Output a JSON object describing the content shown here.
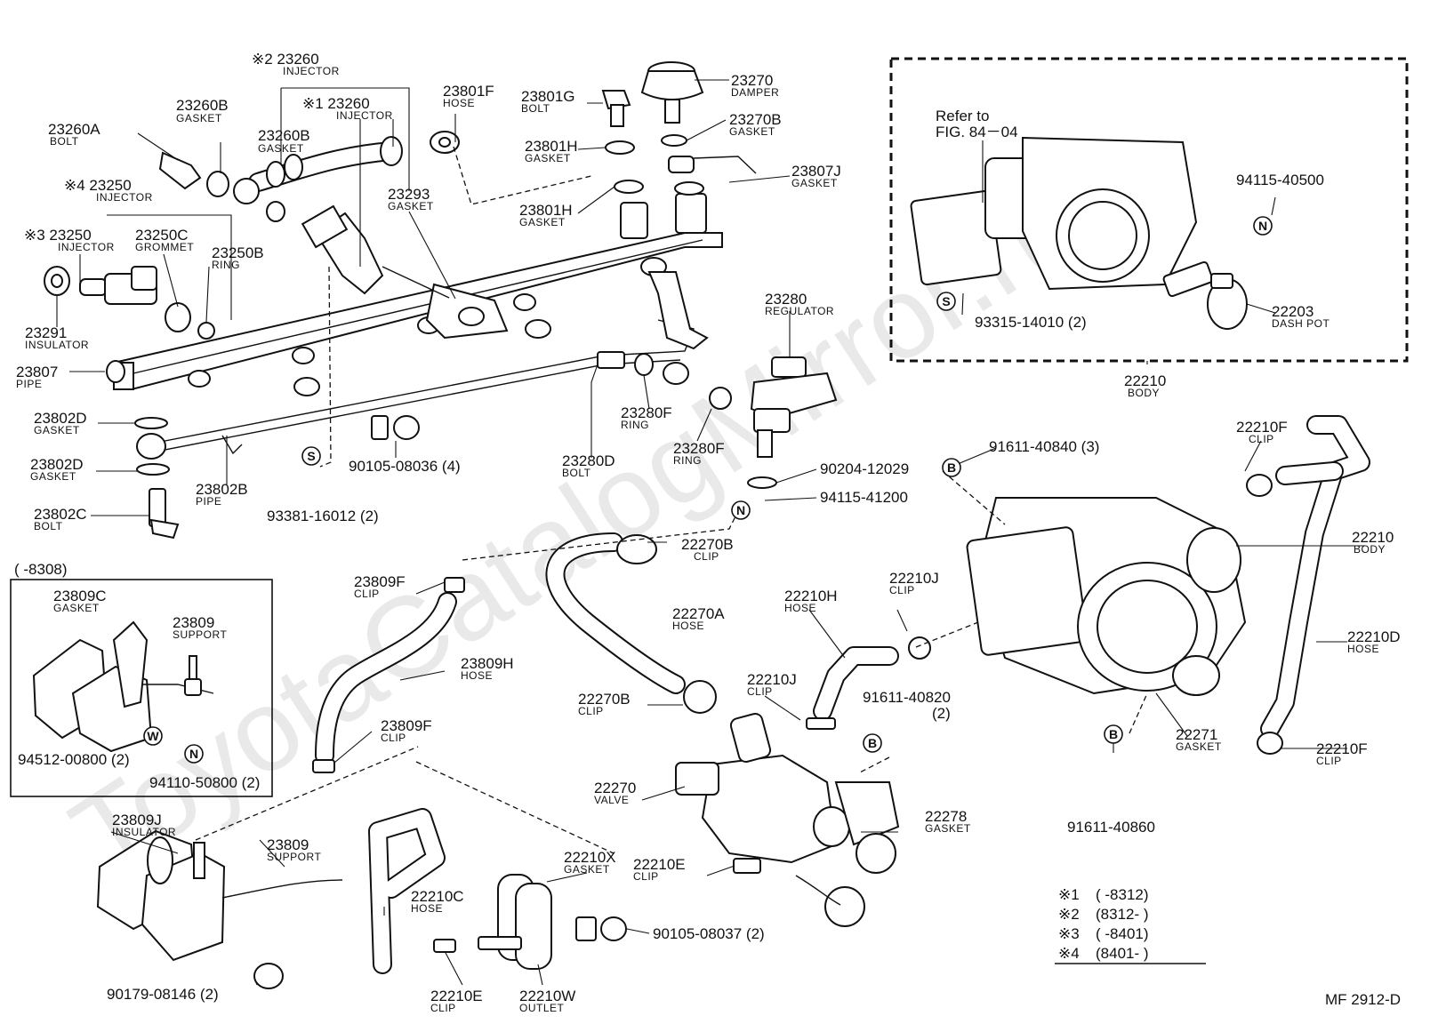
{
  "watermark": "ToyotaCatalogMirror.ru",
  "figure_code": "MF  2912-D",
  "callouts": [
    {
      "code": "※2 23260",
      "name": "INJECTOR"
    },
    {
      "code": "※1 23260",
      "name": "INJECTOR"
    },
    {
      "code": "23260B",
      "name": "GASKET"
    },
    {
      "code": "23260B",
      "name": "GASKET"
    },
    {
      "code": "23260A",
      "name": "BOLT"
    },
    {
      "code": "※4 23250",
      "name": "INJECTOR"
    },
    {
      "code": "※3 23250",
      "name": "INJECTOR"
    },
    {
      "code": "23250C",
      "name": "GROMMET"
    },
    {
      "code": "23250B",
      "name": "RING"
    },
    {
      "code": "23291",
      "name": "INSULATOR"
    },
    {
      "code": "23807",
      "name": "PIPE"
    },
    {
      "code": "23801F",
      "name": "HOSE"
    },
    {
      "code": "23293",
      "name": "GASKET"
    },
    {
      "code": "23801G",
      "name": "BOLT"
    },
    {
      "code": "23801H",
      "name": "GASKET"
    },
    {
      "code": "23801H",
      "name": "GASKET"
    },
    {
      "code": "23270",
      "name": "DAMPER"
    },
    {
      "code": "23270B",
      "name": "GASKET"
    },
    {
      "code": "23807J",
      "name": "GASKET"
    },
    {
      "code": "23280",
      "name": "REGULATOR"
    },
    {
      "code": "23802D",
      "name": "GASKET"
    },
    {
      "code": "23802D",
      "name": "GASKET"
    },
    {
      "code": "23802B",
      "name": "PIPE"
    },
    {
      "code": "23802C",
      "name": "BOLT"
    },
    {
      "code": "90105-08036 (4)",
      "name": ""
    },
    {
      "code": "93381-16012 (2)",
      "name": ""
    },
    {
      "code": "23280D",
      "name": "BOLT"
    },
    {
      "code": "23280F",
      "name": "RING"
    },
    {
      "code": "23280F",
      "name": "RING"
    },
    {
      "code": "90204-12029",
      "name": ""
    },
    {
      "code": "94115-41200",
      "name": ""
    },
    {
      "code": "Refer to",
      "name": ""
    },
    {
      "code": "FIG. 84－04",
      "name": ""
    },
    {
      "code": "94115-40500",
      "name": ""
    },
    {
      "code": "22203",
      "name": "DASH POT"
    },
    {
      "code": "93315-14010 (2)",
      "name": ""
    },
    {
      "code": "22210",
      "name": "BODY"
    },
    {
      "code": "22210F",
      "name": "CLIP"
    },
    {
      "code": "91611-40840 (3)",
      "name": ""
    },
    {
      "code": "22210",
      "name": "BODY"
    },
    {
      "code": "22270B",
      "name": "CLIP"
    },
    {
      "code": "23809F",
      "name": "CLIP"
    },
    {
      "code": "22270A",
      "name": "HOSE"
    },
    {
      "code": "22210H",
      "name": "HOSE"
    },
    {
      "code": "22210J",
      "name": "CLIP"
    },
    {
      "code": "22210D",
      "name": "HOSE"
    },
    {
      "code": "23809H",
      "name": "HOSE"
    },
    {
      "code": "22270B",
      "name": "CLIP"
    },
    {
      "code": "22210J",
      "name": "CLIP"
    },
    {
      "code": "91611-40820",
      "name": ""
    },
    {
      "code": "(2)",
      "name": ""
    },
    {
      "code": "23809F",
      "name": "CLIP"
    },
    {
      "code": "22271",
      "name": "GASKET"
    },
    {
      "code": "22210F",
      "name": "CLIP"
    },
    {
      "code": "22270",
      "name": "VALVE"
    },
    {
      "code": "91611-40860",
      "name": ""
    },
    {
      "code": "22278",
      "name": "GASKET"
    },
    {
      "code": "23809J",
      "name": "INSULATOR"
    },
    {
      "code": "23809",
      "name": "SUPPORT"
    },
    {
      "code": "22210X",
      "name": "GASKET"
    },
    {
      "code": "22210E",
      "name": "CLIP"
    },
    {
      "code": "22210C",
      "name": "HOSE"
    },
    {
      "code": "90105-08037 (2)",
      "name": ""
    },
    {
      "code": "90179-08146 (2)",
      "name": ""
    },
    {
      "code": "22210E",
      "name": "CLIP"
    },
    {
      "code": "22210W",
      "name": "OUTLET"
    }
  ],
  "inset": {
    "range": "(        -8308)",
    "callouts": [
      {
        "code": "23809C",
        "name": "GASKET"
      },
      {
        "code": "23809",
        "name": "SUPPORT"
      },
      {
        "code": "94512-00800 (2)",
        "name": ""
      },
      {
        "code": "94110-50800 (2)",
        "name": ""
      }
    ]
  },
  "markers": [
    "S",
    "S",
    "N",
    "N",
    "B",
    "B",
    "B",
    "W",
    "N"
  ],
  "notes": [
    {
      "mark": "※1",
      "range": "(        -8312)"
    },
    {
      "mark": "※2",
      "range": "(8312-          )"
    },
    {
      "mark": "※3",
      "range": "(        -8401)"
    },
    {
      "mark": "※4",
      "range": "(8401-          )"
    }
  ]
}
